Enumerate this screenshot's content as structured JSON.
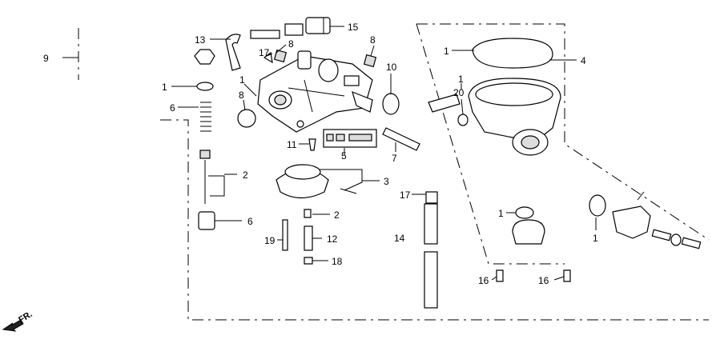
{
  "callouts": [
    {
      "id": "c9",
      "text": "9"
    },
    {
      "id": "c13",
      "text": "13"
    },
    {
      "id": "c15",
      "text": "15"
    },
    {
      "id": "c8a",
      "text": "8"
    },
    {
      "id": "c17a",
      "text": "17"
    },
    {
      "id": "c8b",
      "text": "8"
    },
    {
      "id": "c10",
      "text": "10"
    },
    {
      "id": "c1a",
      "text": "1"
    },
    {
      "id": "c1b",
      "text": "1"
    },
    {
      "id": "c8c",
      "text": "8"
    },
    {
      "id": "c6a",
      "text": "6"
    },
    {
      "id": "c11",
      "text": "11"
    },
    {
      "id": "c5",
      "text": "5"
    },
    {
      "id": "c7",
      "text": "7"
    },
    {
      "id": "c2a",
      "text": "2"
    },
    {
      "id": "c3",
      "text": "3"
    },
    {
      "id": "c17b",
      "text": "17"
    },
    {
      "id": "c2b",
      "text": "2"
    },
    {
      "id": "c6b",
      "text": "6"
    },
    {
      "id": "c19",
      "text": "19"
    },
    {
      "id": "c12",
      "text": "12"
    },
    {
      "id": "c14",
      "text": "14"
    },
    {
      "id": "c18",
      "text": "18"
    },
    {
      "id": "c1c",
      "text": "1"
    },
    {
      "id": "c4",
      "text": "4"
    },
    {
      "id": "c1d",
      "text": "1"
    },
    {
      "id": "c20",
      "text": "20"
    },
    {
      "id": "c1e",
      "text": "1"
    },
    {
      "id": "c1f",
      "text": "1"
    },
    {
      "id": "c16a",
      "text": "16"
    },
    {
      "id": "c16b",
      "text": "16"
    }
  ],
  "direction_marker": {
    "text": "FR."
  }
}
